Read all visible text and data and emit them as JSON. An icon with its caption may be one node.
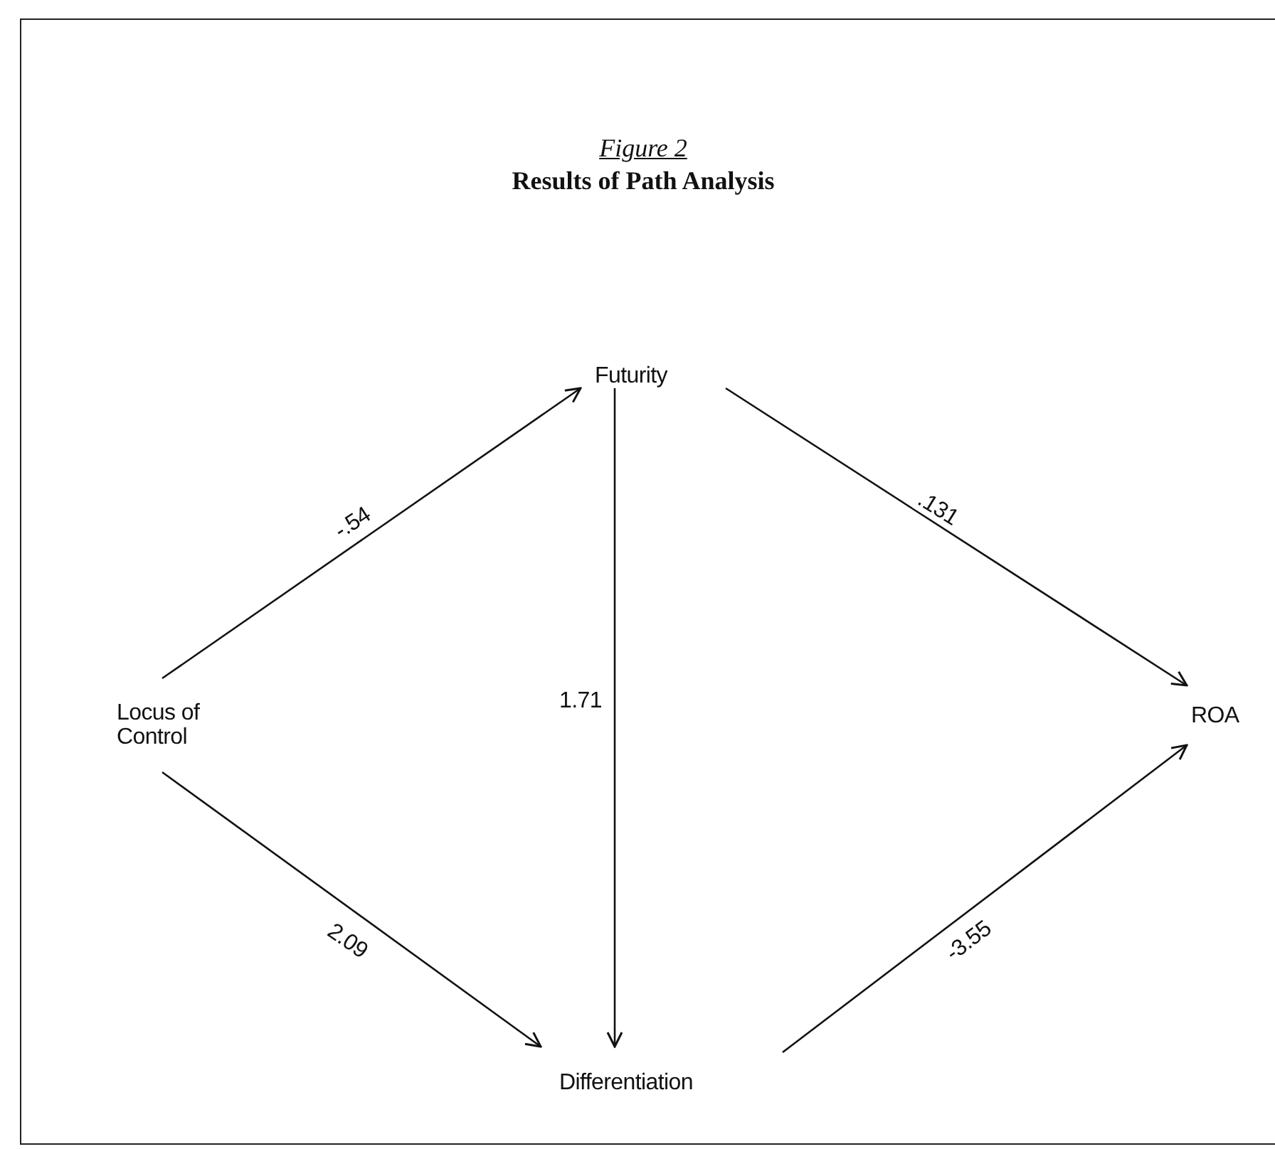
{
  "diagram": {
    "title": "Figure 2",
    "nodes": [
      {
        "text": [
          "Locus of Control"
        ]
      },
      {
        "text": [
          "Futurity"
        ]
      },
      {
        "text": [
          "Differentiation"
        ]
      },
      {
        "text": [
          "ROA"
        ]
      }
    ],
    "edges": [
      {
        "from": 0,
        "to": 1,
        "arrow": "to",
        "label": "-.54"
      },
      {
        "from": 0,
        "to": 2,
        "arrow": "to",
        "label": "2.09"
      },
      {
        "from": 1,
        "to": 2,
        "arrow": "to",
        "label": "1.71"
      },
      {
        "from": 1,
        "to": 3,
        "arrow": "to",
        "label": ".131"
      },
      {
        "from": 2,
        "to": 3,
        "arrow": "to",
        "label": "-3.55"
      }
    ],
    "labels": [
      "Results of Path Analysis"
    ]
  }
}
